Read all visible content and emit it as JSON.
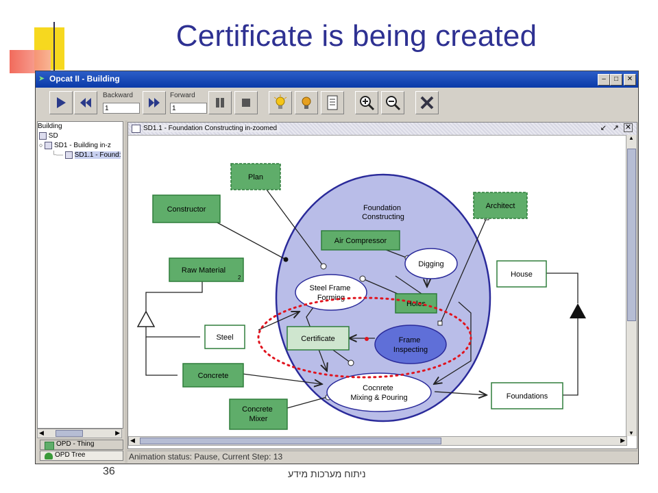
{
  "slide": {
    "title": "Certificate is being created",
    "page_number": "36",
    "footer_text": "ניתוח מערכות מידע"
  },
  "window": {
    "title": "Opcat II - Building",
    "buttons": [
      "minimize",
      "maximize",
      "close"
    ]
  },
  "toolbar": {
    "backward_label": "Backward",
    "backward_value": "1",
    "forward_label": "Forward",
    "forward_value": "1",
    "icons": [
      "play-icon",
      "rewind-icon",
      "fast-forward-icon",
      "pause-icon",
      "stop-icon",
      "bulb-on-icon",
      "bulb-off-icon",
      "document-list-icon",
      "zoom-in-icon",
      "zoom-out-icon",
      "close-x-icon"
    ]
  },
  "tree": {
    "items": [
      {
        "label": "Building"
      },
      {
        "label": "SD"
      },
      {
        "label": "SD1 - Building in-z"
      },
      {
        "label": "SD1.1 - Found:"
      }
    ]
  },
  "tabs": [
    {
      "label": "OPD - Thing"
    },
    {
      "label": "OPD Tree"
    }
  ],
  "document": {
    "title": "SD1.1 - Foundation  Constructing in-zoomed"
  },
  "status": {
    "text": "Animation status: Pause, Current Step: 13"
  },
  "diagram": {
    "zoomed_process": "Foundation\nConstructing",
    "objects": [
      {
        "id": "plan",
        "label": "Plan"
      },
      {
        "id": "constructor",
        "label": "Constructor"
      },
      {
        "id": "architect",
        "label": "Architect"
      },
      {
        "id": "raw_material",
        "label": "Raw Material",
        "sub": "2"
      },
      {
        "id": "air_compressor",
        "label": "Air Compressor"
      },
      {
        "id": "holes",
        "label": "Holes"
      },
      {
        "id": "house",
        "label": "House"
      },
      {
        "id": "steel",
        "label": "Steel"
      },
      {
        "id": "certificate",
        "label": "Certificate"
      },
      {
        "id": "concrete",
        "label": "Concrete"
      },
      {
        "id": "concrete_mixer",
        "label": "Concrete\nMixer"
      },
      {
        "id": "foundations",
        "label": "Foundations"
      }
    ],
    "processes": [
      {
        "id": "digging",
        "label": "Digging"
      },
      {
        "id": "steel_frame",
        "label": "Steel Frame\nForming"
      },
      {
        "id": "frame_inspecting",
        "label": "Frame\nInspecting"
      },
      {
        "id": "mixing",
        "label": "Cocnrete\nMixing & Pouring"
      }
    ],
    "colors": {
      "object_fill": "#5fad6a",
      "object_border": "#2e7d3a",
      "process_fill": "#ffffff",
      "active_process_fill": "#5f6fd8",
      "zoom_fill": "#b9bde8",
      "highlight": "#e0141e"
    }
  }
}
